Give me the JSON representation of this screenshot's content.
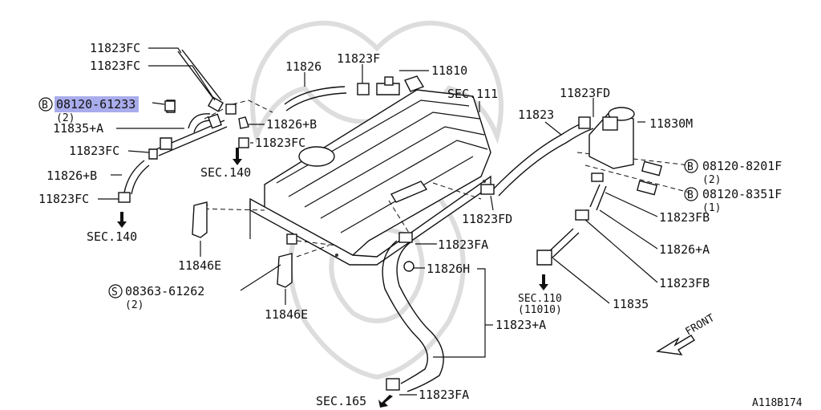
{
  "colors": {
    "highlight": "#9a9de8",
    "ink": "#111111",
    "watermark": "#dddddd"
  },
  "labels": {
    "fc_top1": "11823FC",
    "fc_top2": "11823FC",
    "p11826": "11826",
    "p11823f": "11823F",
    "p11810": "11810",
    "sec111": "SEC.111",
    "b_circle": "B",
    "p08120_61233": "08120-61233",
    "qty_2a": "(2)",
    "p11835a": "11835+A",
    "p11826b_top": "11826+B",
    "fc_mid": "11823FC",
    "fc_left": "11823FC",
    "sec140_top": "SEC.140",
    "p11826b_left": "11826+B",
    "fc_bottom": "11823FC",
    "sec140_bottom": "SEC.140",
    "p11823fd_top": "11823FD",
    "p11823": "11823",
    "p11830m": "11830M",
    "b_circle2": "B",
    "p08120_8201f": "08120-8201F",
    "qty_2b": "(2)",
    "b_circle3": "B",
    "p08120_8351f": "08120-8351F",
    "qty_1": "(1)",
    "p11823fd_bot": "11823FD",
    "p11823fb_top": "11823FB",
    "p11826a": "11826+A",
    "p11823fb_bot": "11823FB",
    "p11835": "11835",
    "sec110": "SEC.110",
    "p11010": "(11010)",
    "p11823fa_top": "11823FA",
    "p11826h": "11826H",
    "p11823a": "11823+A",
    "p11823fa_bot": "11823FA",
    "sec165": "SEC.165",
    "p11846e_1": "11846E",
    "s_circle": "S",
    "p08363_61262": "08363-61262",
    "qty_2c": "(2)",
    "p11846e_2": "11846E",
    "front": "FRONT",
    "drawing_id": "A118B174"
  }
}
